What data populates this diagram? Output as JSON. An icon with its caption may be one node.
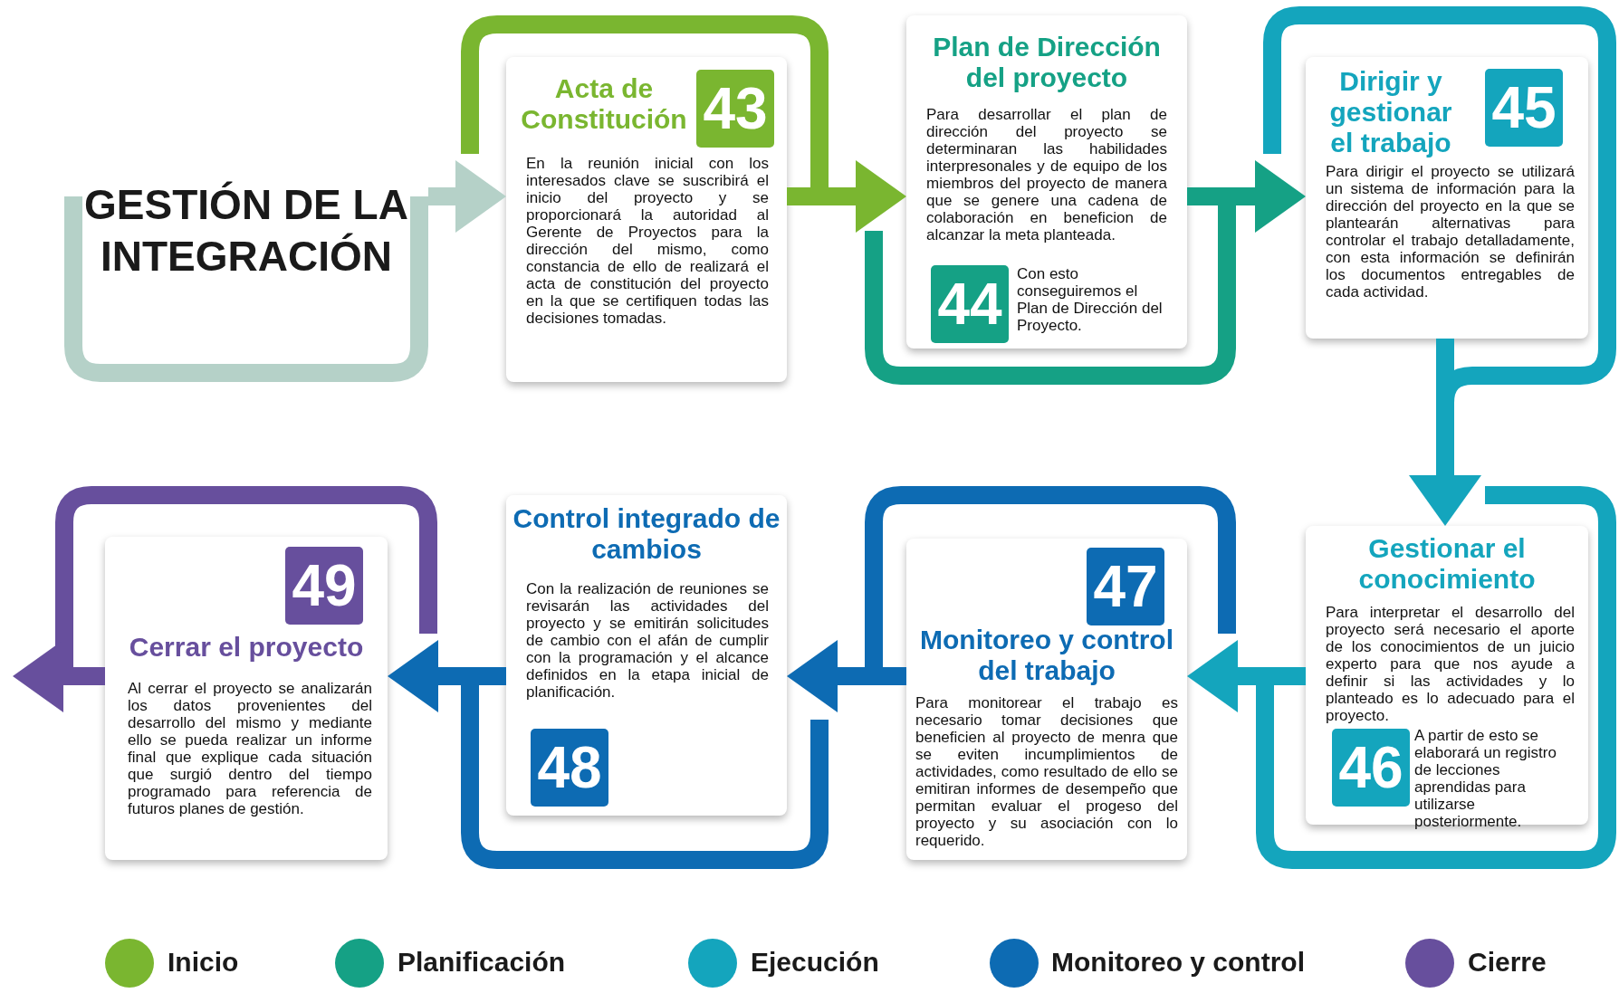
{
  "diagram": {
    "nodes": [
      {
        "text": [
          "GESTIÓN DE LA INTEGRACIÓN"
        ]
      },
      {
        "text": [
          "Acta de Constitución",
          "En la reunión inicial con los interesados clave se suscribirá el inicio del proyecto y se proporcionará la autoridad al Gerente de Proyectos para la dirección del mismo, como constancia de ello de realizará el acta de constitución del proyecto en la que se certifiquen todas las decisiones tomadas."
        ]
      },
      {
        "text": [
          "43"
        ],
        "in": 1
      },
      {
        "text": [
          "Plan de Dirección del proyecto",
          "Para desarrollar el plan de dirección del proyecto se determinaran las habilidades interpresonales y de equipo de los miembros del proyecto de manera que se genere una cadena de colaboración en beneficion de alcanzar la meta planteada.",
          "Con esto conseguiremos el Plan de Dirección del Proyecto."
        ]
      },
      {
        "text": [
          "44"
        ],
        "in": 3
      },
      {
        "text": [
          "Dirigir y gestionar el trabajo",
          "Para dirigir el proyecto se utilizará un sistema de información para la dirección del proyecto en la que se plantearán alternativas para controlar el trabajo detalladamente, con esta información se definirán los documentos entregables de cada actividad."
        ]
      },
      {
        "text": [
          "45"
        ],
        "in": 5
      },
      {
        "text": [
          "Gestionar el conocimiento",
          "Para interpretar el desarrollo del proyecto será necesario el aporte de los conocimientos de un juicio experto para que nos ayude a definir si las actividades y lo planteado es lo adecuado para el proyecto.",
          "A partir de esto se elaborará un registro de lecciones aprendidas para utilizarse posteriormente."
        ]
      },
      {
        "text": [
          "46"
        ],
        "in": 7
      },
      {
        "text": [
          "Monitoreo y control del trabajo",
          "Para monitorear el trabajo es necesario tomar decisiones que beneficien al proyecto de menra que se eviten incumplimientos de actividades, como resultado de ello se emitiran informes de desempeño que permitan evaluar el progeso del proyecto y su asociación con lo requerido."
        ]
      },
      {
        "text": [
          "47"
        ],
        "in": 9
      },
      {
        "text": [
          "Control integrado de cambios",
          "Con la realización de reuniones se revisarán las actividades del proyecto y se emitirán solicitudes de cambio con el afán de cumplir con la programación y el alcance definidos en la etapa inicial de planificación."
        ]
      },
      {
        "text": [
          "48"
        ],
        "in": 11
      },
      {
        "text": [
          "Cerrar el proyecto",
          "Al cerrar el proyecto se analizarán los datos provenientes del desarrollo del mismo y mediante ello se pueda realizar un informe final que explique cada situación que surgió dentro del tiempo programado para referencia de futuros planes de gestión."
        ]
      },
      {
        "text": [
          "49"
        ],
        "in": 13
      }
    ],
    "edges": [
      {
        "from": 0,
        "to": 1,
        "arrow": "to",
        "color": "#b5d1c8"
      },
      {
        "from": 1,
        "to": 3,
        "arrow": "to",
        "color": "#7ab630"
      },
      {
        "from": 3,
        "to": 5,
        "arrow": "to",
        "color": "#15a185"
      },
      {
        "from": 5,
        "to": 7,
        "arrow": "to",
        "color": "#14a5bd"
      },
      {
        "from": 7,
        "to": 9,
        "arrow": "to",
        "color": "#14a5bd"
      },
      {
        "from": 9,
        "to": 11,
        "arrow": "to",
        "color": "#0d6bb3"
      },
      {
        "from": 11,
        "to": 13,
        "arrow": "to",
        "color": "#0d6bb3"
      },
      {
        "from": 13,
        "to": null,
        "arrow": "to",
        "color": "#674f9d"
      }
    ],
    "legend": [
      {
        "text": "Inicio",
        "color": "#7ab630"
      },
      {
        "text": "Planificación",
        "color": "#15a185"
      },
      {
        "text": "Ejecución",
        "color": "#14a5bd"
      },
      {
        "text": "Monitoreo y control",
        "color": "#0d6bb3"
      },
      {
        "text": "Cierre",
        "color": "#674f9d"
      }
    ]
  }
}
